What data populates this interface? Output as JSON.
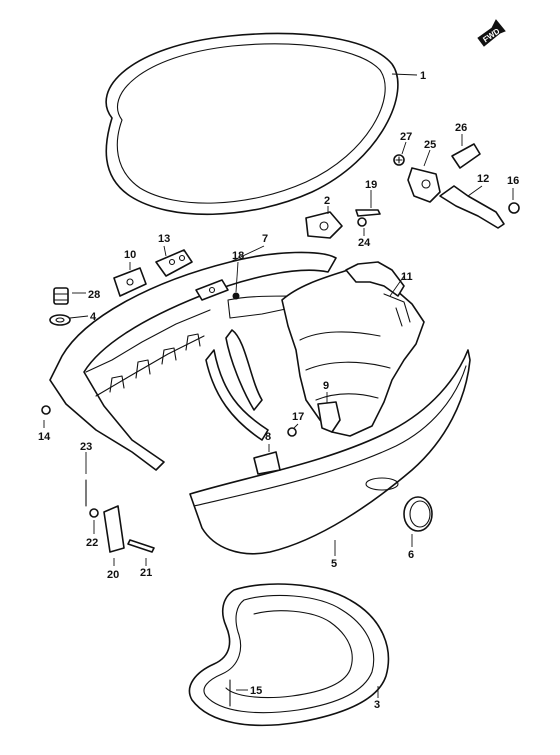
{
  "forward_badge": "FWD",
  "callouts": [
    {
      "id": "c1",
      "label": "1"
    },
    {
      "id": "c2",
      "label": "2"
    },
    {
      "id": "c3",
      "label": "3"
    },
    {
      "id": "c4",
      "label": "4"
    },
    {
      "id": "c5",
      "label": "5"
    },
    {
      "id": "c6",
      "label": "6"
    },
    {
      "id": "c7",
      "label": "7"
    },
    {
      "id": "c8",
      "label": "8"
    },
    {
      "id": "c9",
      "label": "9"
    },
    {
      "id": "c10",
      "label": "10"
    },
    {
      "id": "c11",
      "label": "11"
    },
    {
      "id": "c12",
      "label": "12"
    },
    {
      "id": "c13",
      "label": "13"
    },
    {
      "id": "c14",
      "label": "14"
    },
    {
      "id": "c15",
      "label": "15"
    },
    {
      "id": "c16",
      "label": "16"
    },
    {
      "id": "c17",
      "label": "17"
    },
    {
      "id": "c18",
      "label": "18"
    },
    {
      "id": "c19",
      "label": "19"
    },
    {
      "id": "c20",
      "label": "20"
    },
    {
      "id": "c21",
      "label": "21"
    },
    {
      "id": "c22",
      "label": "22"
    },
    {
      "id": "c23",
      "label": "23"
    },
    {
      "id": "c24",
      "label": "24"
    },
    {
      "id": "c25",
      "label": "25"
    },
    {
      "id": "c26",
      "label": "26"
    },
    {
      "id": "c27",
      "label": "27"
    },
    {
      "id": "c28",
      "label": "28"
    }
  ]
}
